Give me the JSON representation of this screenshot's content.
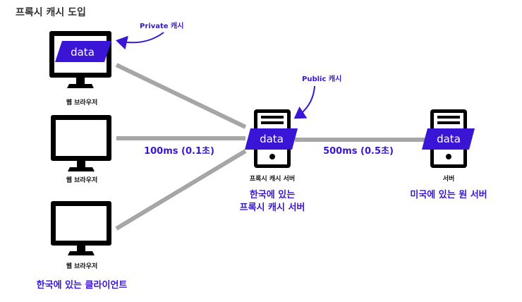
{
  "title": "프록시 캐시 도입",
  "clients": {
    "browser1_label": "웹 브라우저",
    "browser2_label": "웹 브라우저",
    "browser3_label": "웹 브라우저",
    "group_label": "한국에 있는 클라이언트"
  },
  "proxy": {
    "label": "프록시 캐시 서버",
    "location_line1": "한국에 있는",
    "location_line2": "프록시 캐시 서버"
  },
  "origin": {
    "label": "서버",
    "location": "미국에 있는 원 서버"
  },
  "annotations": {
    "private_cache": "Private 캐시",
    "public_cache": "Public 캐시",
    "latency_client_proxy": "100ms (0.1초)",
    "latency_proxy_origin": "500ms (0.5초)"
  },
  "data_tag": "data",
  "colors": {
    "accent": "#3b15d6",
    "connector": "#a6a6a6",
    "device": "#000000"
  }
}
